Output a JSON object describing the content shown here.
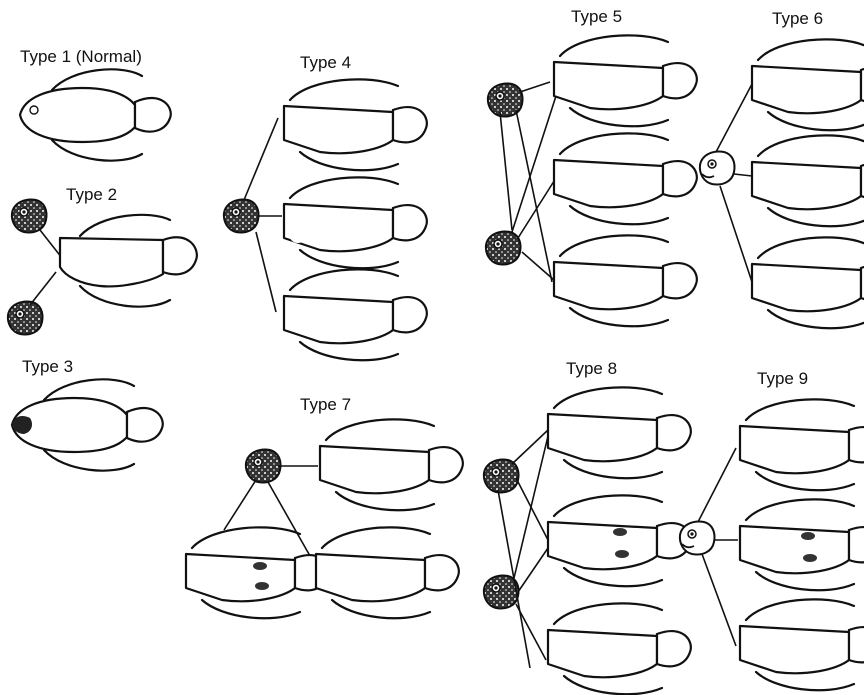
{
  "labels": {
    "type1": "Type 1 (Normal)",
    "type2": "Type 2",
    "type3": "Type 3",
    "type4": "Type 4",
    "type5": "Type 5",
    "type6": "Type 6",
    "type7": "Type 7",
    "type8": "Type 8",
    "type9": "Type 9"
  },
  "colors": {
    "ink": "#111111",
    "paper": "#ffffff"
  }
}
